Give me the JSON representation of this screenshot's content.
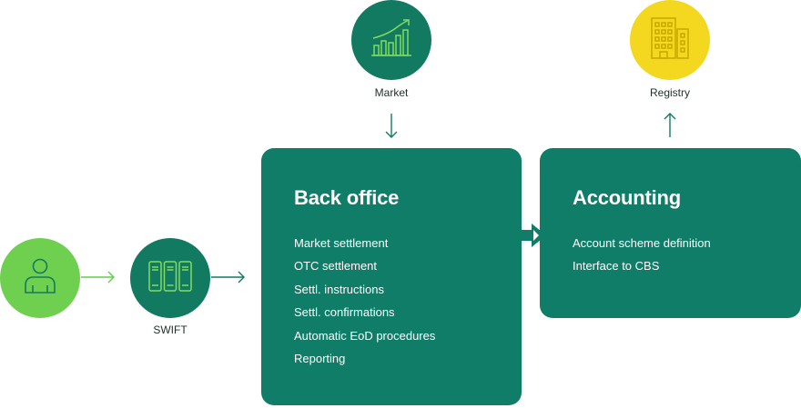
{
  "nodes": {
    "swift_label": "SWIFT",
    "market_label": "Market",
    "registry_label": "Registry"
  },
  "back_office": {
    "title": "Back office",
    "items": [
      "Market settlement",
      "OTC settlement",
      "Settl. instructions",
      "Settl. confirmations",
      "Automatic EoD procedures",
      "Reporting"
    ]
  },
  "accounting": {
    "title": "Accounting",
    "items": [
      "Account scheme definition",
      "Interface to CBS"
    ]
  },
  "colors": {
    "primary_green": "#0f7d68",
    "light_green": "#6fcf4f",
    "yellow": "#f3d81f",
    "arrow_green": "#5fcf4a"
  },
  "icons": {
    "user": "user-icon",
    "swift": "server-icon",
    "market": "chart-icon",
    "registry": "building-icon"
  }
}
